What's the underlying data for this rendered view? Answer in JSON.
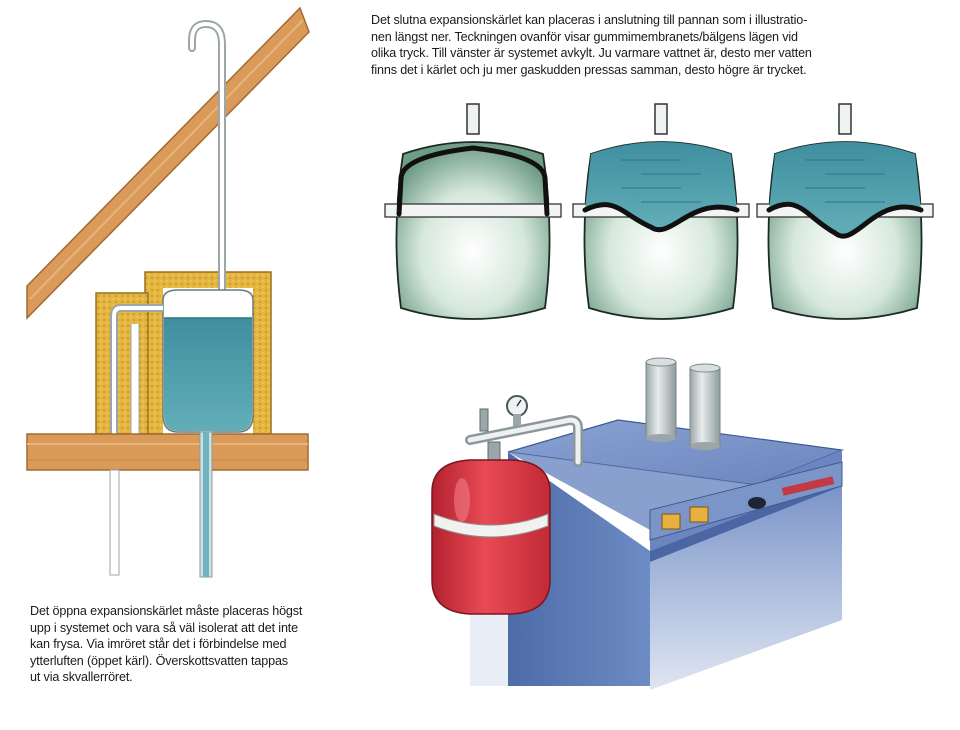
{
  "captions": {
    "closed_vessel": [
      "Det slutna expansionskärlet kan placeras i anslutning till pannan som i illustratio-",
      "nen längst ner. Teckningen ovanför visar gummimembranets/bälgens lägen vid",
      "olika tryck. Till vänster är systemet avkylt. Ju varmare vattnet är, desto mer vatten",
      "finns det i kärlet och ju mer gaskudden pressas samman, desto högre är trycket."
    ],
    "open_vessel": [
      "Det öppna expansionskärlet måste placeras högst",
      "upp i systemet och vara så väl isolerat att det inte",
      "kan frysa. Via imröret står det i förbindelse med",
      "ytterluften (öppet kärl). Överskottsvatten tappas",
      "ut via skvallerröret."
    ]
  },
  "membrane_states": [
    {
      "state": "cooled",
      "water_level": 0.0
    },
    {
      "state": "warm",
      "water_level": 0.45
    },
    {
      "state": "hot",
      "water_level": 0.65
    }
  ],
  "colors": {
    "water": "#4a9aa8",
    "insulation": "#e2b33c",
    "wood": "#d99a5a",
    "expansion_vessel": "#d8323f",
    "boiler": "#5878b5",
    "vessel_body": "#a8ccb4"
  }
}
